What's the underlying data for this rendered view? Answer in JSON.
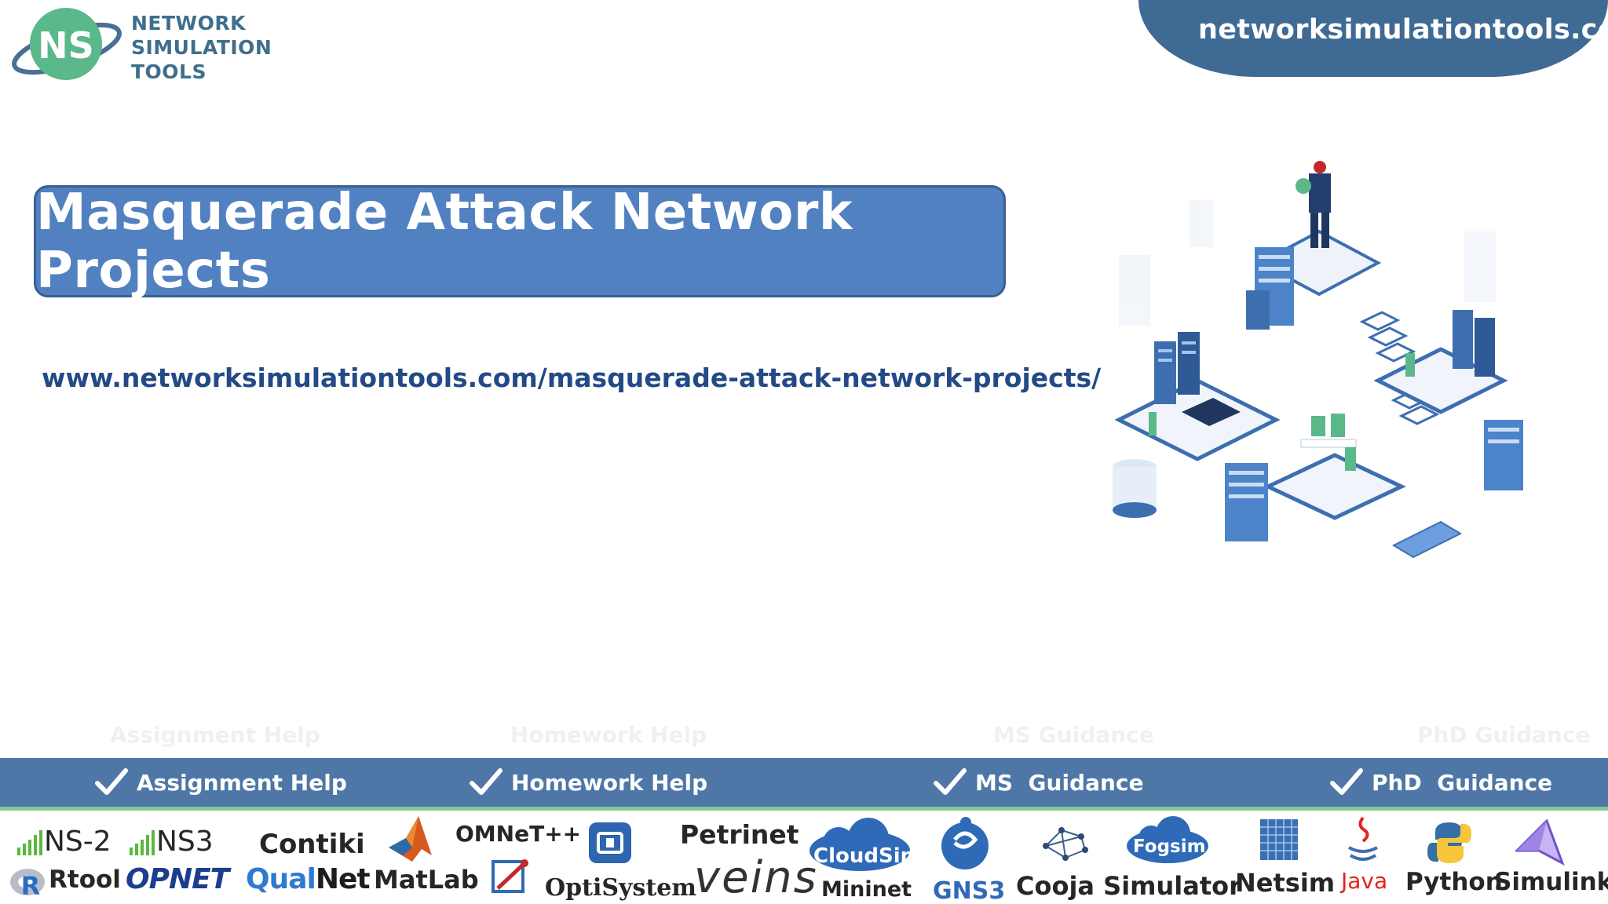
{
  "logo": {
    "mark_text": "NS",
    "line1": "NETWORK",
    "line2": "SIMULATION",
    "line3": "TOOLS"
  },
  "site_badge": "networksimulationtools.com",
  "title": "Masquerade Attack Network Projects",
  "page_url": "www.networksimulationtools.com/masquerade-attack-network-projects/",
  "services": [
    "Assignment Help",
    "Homework Help",
    "MS  Guidance",
    "PhD  Guidance"
  ],
  "tools": {
    "ns2": "NS-2",
    "ns3": "NS3",
    "contiki": "Contiki",
    "omnet": "OMNeT++",
    "petrinet": "Petrinet",
    "cloudsim": "CloudSim",
    "fogsim": "Fogsim",
    "rtool": "Rtool",
    "opnet": "OPNET",
    "qualnet_a": "Qual",
    "qualnet_b": "Net",
    "matlab": "MatLab",
    "optisystem": "OptiSystem",
    "veins": "veins",
    "mininet": "Mininet",
    "gns3": "GNS3",
    "cooja": "Cooja Simulator",
    "netsim": "Netsim",
    "java": "Java",
    "python": "Python",
    "simulink": "Simulink"
  },
  "colors": {
    "badge_blue": "#3f6a93",
    "title_blue": "#5181c0",
    "url_blue": "#234a86",
    "service_bar": "#4e77a7",
    "logo_green": "#5ab88a"
  }
}
